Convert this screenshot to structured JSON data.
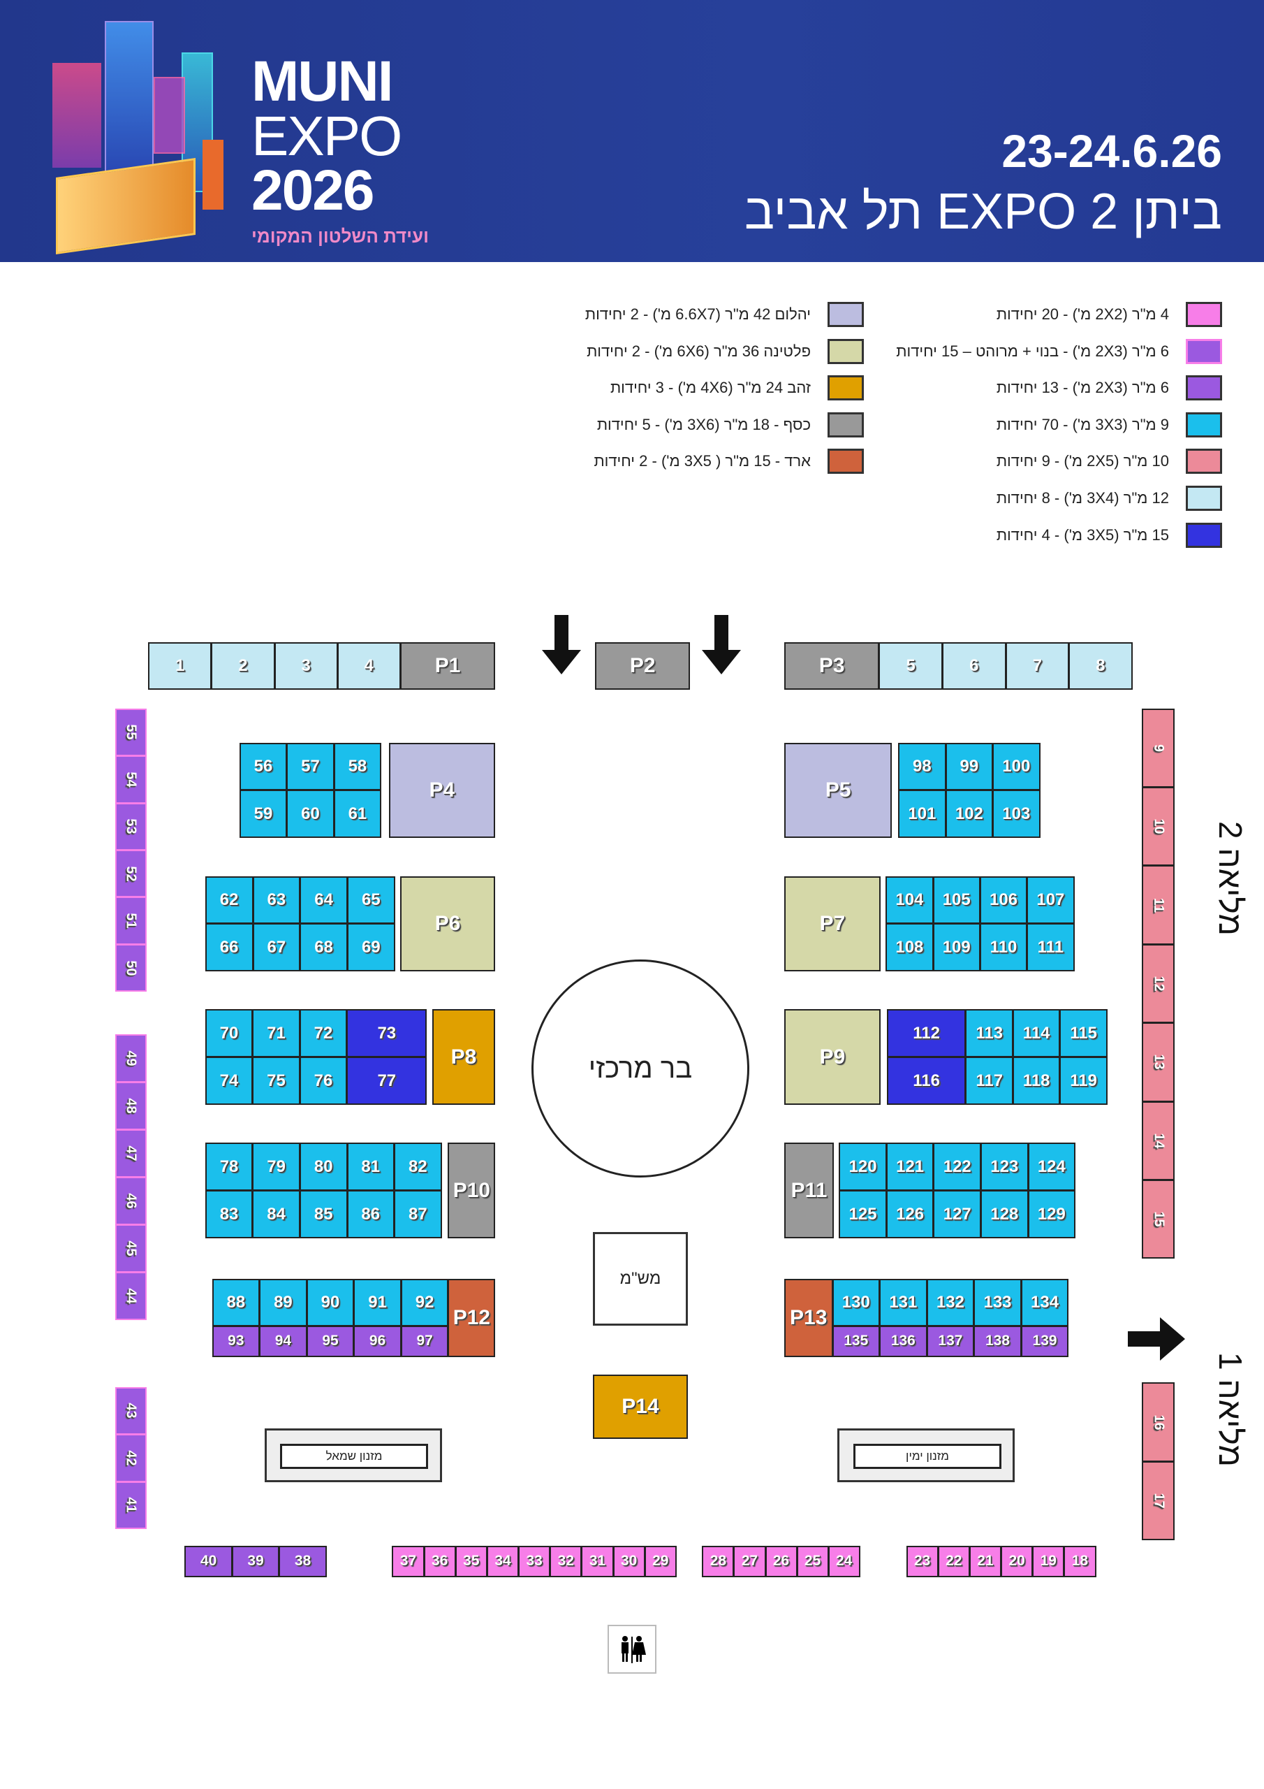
{
  "header": {
    "logo_line1": "MUNI",
    "logo_line2": "EXPO",
    "logo_line3": "2026",
    "logo_tagline": "ועידת השלטון המקומי",
    "date": "23-24.6.26",
    "venue": "ביתן 2 EXPO תל אביב"
  },
  "legend": {
    "right": [
      {
        "text": "4 מ\"ר (2X2 מ') - 20 יחידות",
        "color": "#f77ee8"
      },
      {
        "text": "6 מ\"ר (2X3 מ') - בנוי + מרוהט – 15 יחידות",
        "color": "#9b59e0",
        "border": "#f77ee8"
      },
      {
        "text": "6 מ\"ר (2X3 מ') - 13 יחידות",
        "color": "#9b59e0"
      },
      {
        "text": "9 מ\"ר  (3X3 מ') - 70 יחידות",
        "color": "#1bbfec"
      },
      {
        "text": "10 מ\"ר (2X5 מ') - 9 יחידות",
        "color": "#ec8a99"
      },
      {
        "text": "12 מ\"ר (3X4 מ') - 8 יחידות",
        "color": "#c4e8f3"
      },
      {
        "text": "15 מ\"ר (3X5 מ') - 4 יחידות",
        "color": "#3333e0"
      }
    ],
    "left": [
      {
        "text": "יהלום 42 מ\"ר (6.6X7 מ')  - 2 יחידות",
        "color": "#bcbde0"
      },
      {
        "text": "פלטינה 36 מ\"ר (6X6 מ')  - 2 יחידות",
        "color": "#d5d8a8"
      },
      {
        "text": "זהב 24 מ\"ר (4X6 מ') - 3 יחידות",
        "color": "#e0a000"
      },
      {
        "text": "כסף  - 18 מ\"ר (3X6 מ') - 5 יחידות",
        "color": "#999999"
      },
      {
        "text": "ארד - 15 מ\"ר ( 3X5 מ') - 2 יחידות",
        "color": "#cf623c"
      }
    ]
  },
  "colors": {
    "cyan": "#1bbfec",
    "purple": "#9b59e0",
    "pink": "#f77ee8",
    "salmon": "#ec8a99",
    "light": "#c4e8f3",
    "blue": "#3333e0",
    "diamond": "#bcbde0",
    "platinum": "#d5d8a8",
    "gold": "#e0a000",
    "silver": "#999999",
    "bronze": "#cf623c"
  },
  "groups": {
    "top_left": {
      "type": "light",
      "labels": [
        "1",
        "2",
        "3",
        "4"
      ]
    },
    "P1": {
      "type": "silver",
      "labels": [
        "P1"
      ]
    },
    "P2": {
      "type": "silver",
      "labels": [
        "P2"
      ]
    },
    "P3": {
      "type": "silver",
      "labels": [
        "P3"
      ]
    },
    "top_right": {
      "type": "light",
      "labels": [
        "5",
        "6",
        "7",
        "8"
      ]
    },
    "left_col_a": {
      "type": "purple",
      "labels": [
        "55",
        "54",
        "53",
        "52",
        "51",
        "50"
      ]
    },
    "left_col_b": {
      "type": "purple",
      "labels": [
        "49",
        "48",
        "47",
        "46",
        "45",
        "44"
      ]
    },
    "left_col_c": {
      "type": "purple",
      "labels": [
        "43",
        "42",
        "41"
      ]
    },
    "right_col_a": {
      "type": "salmon",
      "labels": [
        "9",
        "10",
        "11",
        "12",
        "13",
        "14",
        "15"
      ]
    },
    "right_col_b": {
      "type": "salmon",
      "labels": [
        "16",
        "17"
      ]
    },
    "b56": {
      "type": "cyan",
      "labels": [
        "56",
        "57",
        "58",
        "59",
        "60",
        "61"
      ]
    },
    "P4": {
      "type": "diamond",
      "labels": [
        "P4"
      ]
    },
    "P5": {
      "type": "diamond",
      "labels": [
        "P5"
      ]
    },
    "b98": {
      "type": "cyan",
      "labels": [
        "98",
        "99",
        "100",
        "101",
        "102",
        "103"
      ]
    },
    "b62": {
      "type": "cyan",
      "labels": [
        "62",
        "63",
        "64",
        "65",
        "66",
        "67",
        "68",
        "69"
      ]
    },
    "P6": {
      "type": "platinum",
      "labels": [
        "P6"
      ]
    },
    "P7": {
      "type": "platinum",
      "labels": [
        "P7"
      ]
    },
    "b104": {
      "type": "cyan",
      "labels": [
        "104",
        "105",
        "106",
        "107",
        "108",
        "109",
        "110",
        "111"
      ]
    },
    "b70": {
      "type": "cyan",
      "labels": [
        "70",
        "71",
        "72",
        "74",
        "75",
        "76"
      ]
    },
    "b73": {
      "type": "blue",
      "labels": [
        "73",
        "77"
      ]
    },
    "P8": {
      "type": "gold",
      "labels": [
        "P8"
      ]
    },
    "P9": {
      "type": "platinum",
      "labels": [
        "P9"
      ]
    },
    "b112": {
      "type": "blue",
      "labels": [
        "112",
        "116"
      ]
    },
    "b113": {
      "type": "cyan",
      "labels": [
        "113",
        "114",
        "115",
        "117",
        "118",
        "119"
      ]
    },
    "b78": {
      "type": "cyan",
      "labels": [
        "78",
        "79",
        "80",
        "81",
        "82",
        "83",
        "84",
        "85",
        "86",
        "87"
      ]
    },
    "P10": {
      "type": "silver",
      "labels": [
        "P10"
      ]
    },
    "P11": {
      "type": "silver",
      "labels": [
        "P11"
      ]
    },
    "b120": {
      "type": "cyan",
      "labels": [
        "120",
        "121",
        "122",
        "123",
        "124",
        "125",
        "126",
        "127",
        "128",
        "129"
      ]
    },
    "b88": {
      "type": "cyan",
      "labels": [
        "88",
        "89",
        "90",
        "91",
        "92"
      ]
    },
    "b93": {
      "type": "purple",
      "labels": [
        "93",
        "94",
        "95",
        "96",
        "97"
      ]
    },
    "P12": {
      "type": "bronze",
      "labels": [
        "P12"
      ]
    },
    "P13": {
      "type": "bronze",
      "labels": [
        "P13"
      ]
    },
    "b130": {
      "type": "cyan",
      "labels": [
        "130",
        "131",
        "132",
        "133",
        "134"
      ]
    },
    "b135": {
      "type": "purple",
      "labels": [
        "135",
        "136",
        "137",
        "138",
        "139"
      ]
    },
    "P14": {
      "type": "gold",
      "labels": [
        "P14"
      ]
    },
    "bottom_a": {
      "type": "purple",
      "labels": [
        "40",
        "39",
        "38"
      ]
    },
    "bottom_b": {
      "type": "pink",
      "labels": [
        "37",
        "36",
        "35",
        "34",
        "33",
        "32",
        "31",
        "30",
        "29"
      ]
    },
    "bottom_c": {
      "type": "pink",
      "labels": [
        "28",
        "27",
        "26",
        "25",
        "24"
      ]
    },
    "bottom_d": {
      "type": "pink",
      "labels": [
        "23",
        "22",
        "21",
        "20",
        "19",
        "18"
      ]
    }
  },
  "map": {
    "central_bar": "בר מרכזי",
    "security": "מש\"מ",
    "buffet_left": "מזנון שמאל",
    "buffet_right": "מזנון ימין",
    "hall_2": "מליאה 2",
    "hall_1": "מליאה 1"
  }
}
